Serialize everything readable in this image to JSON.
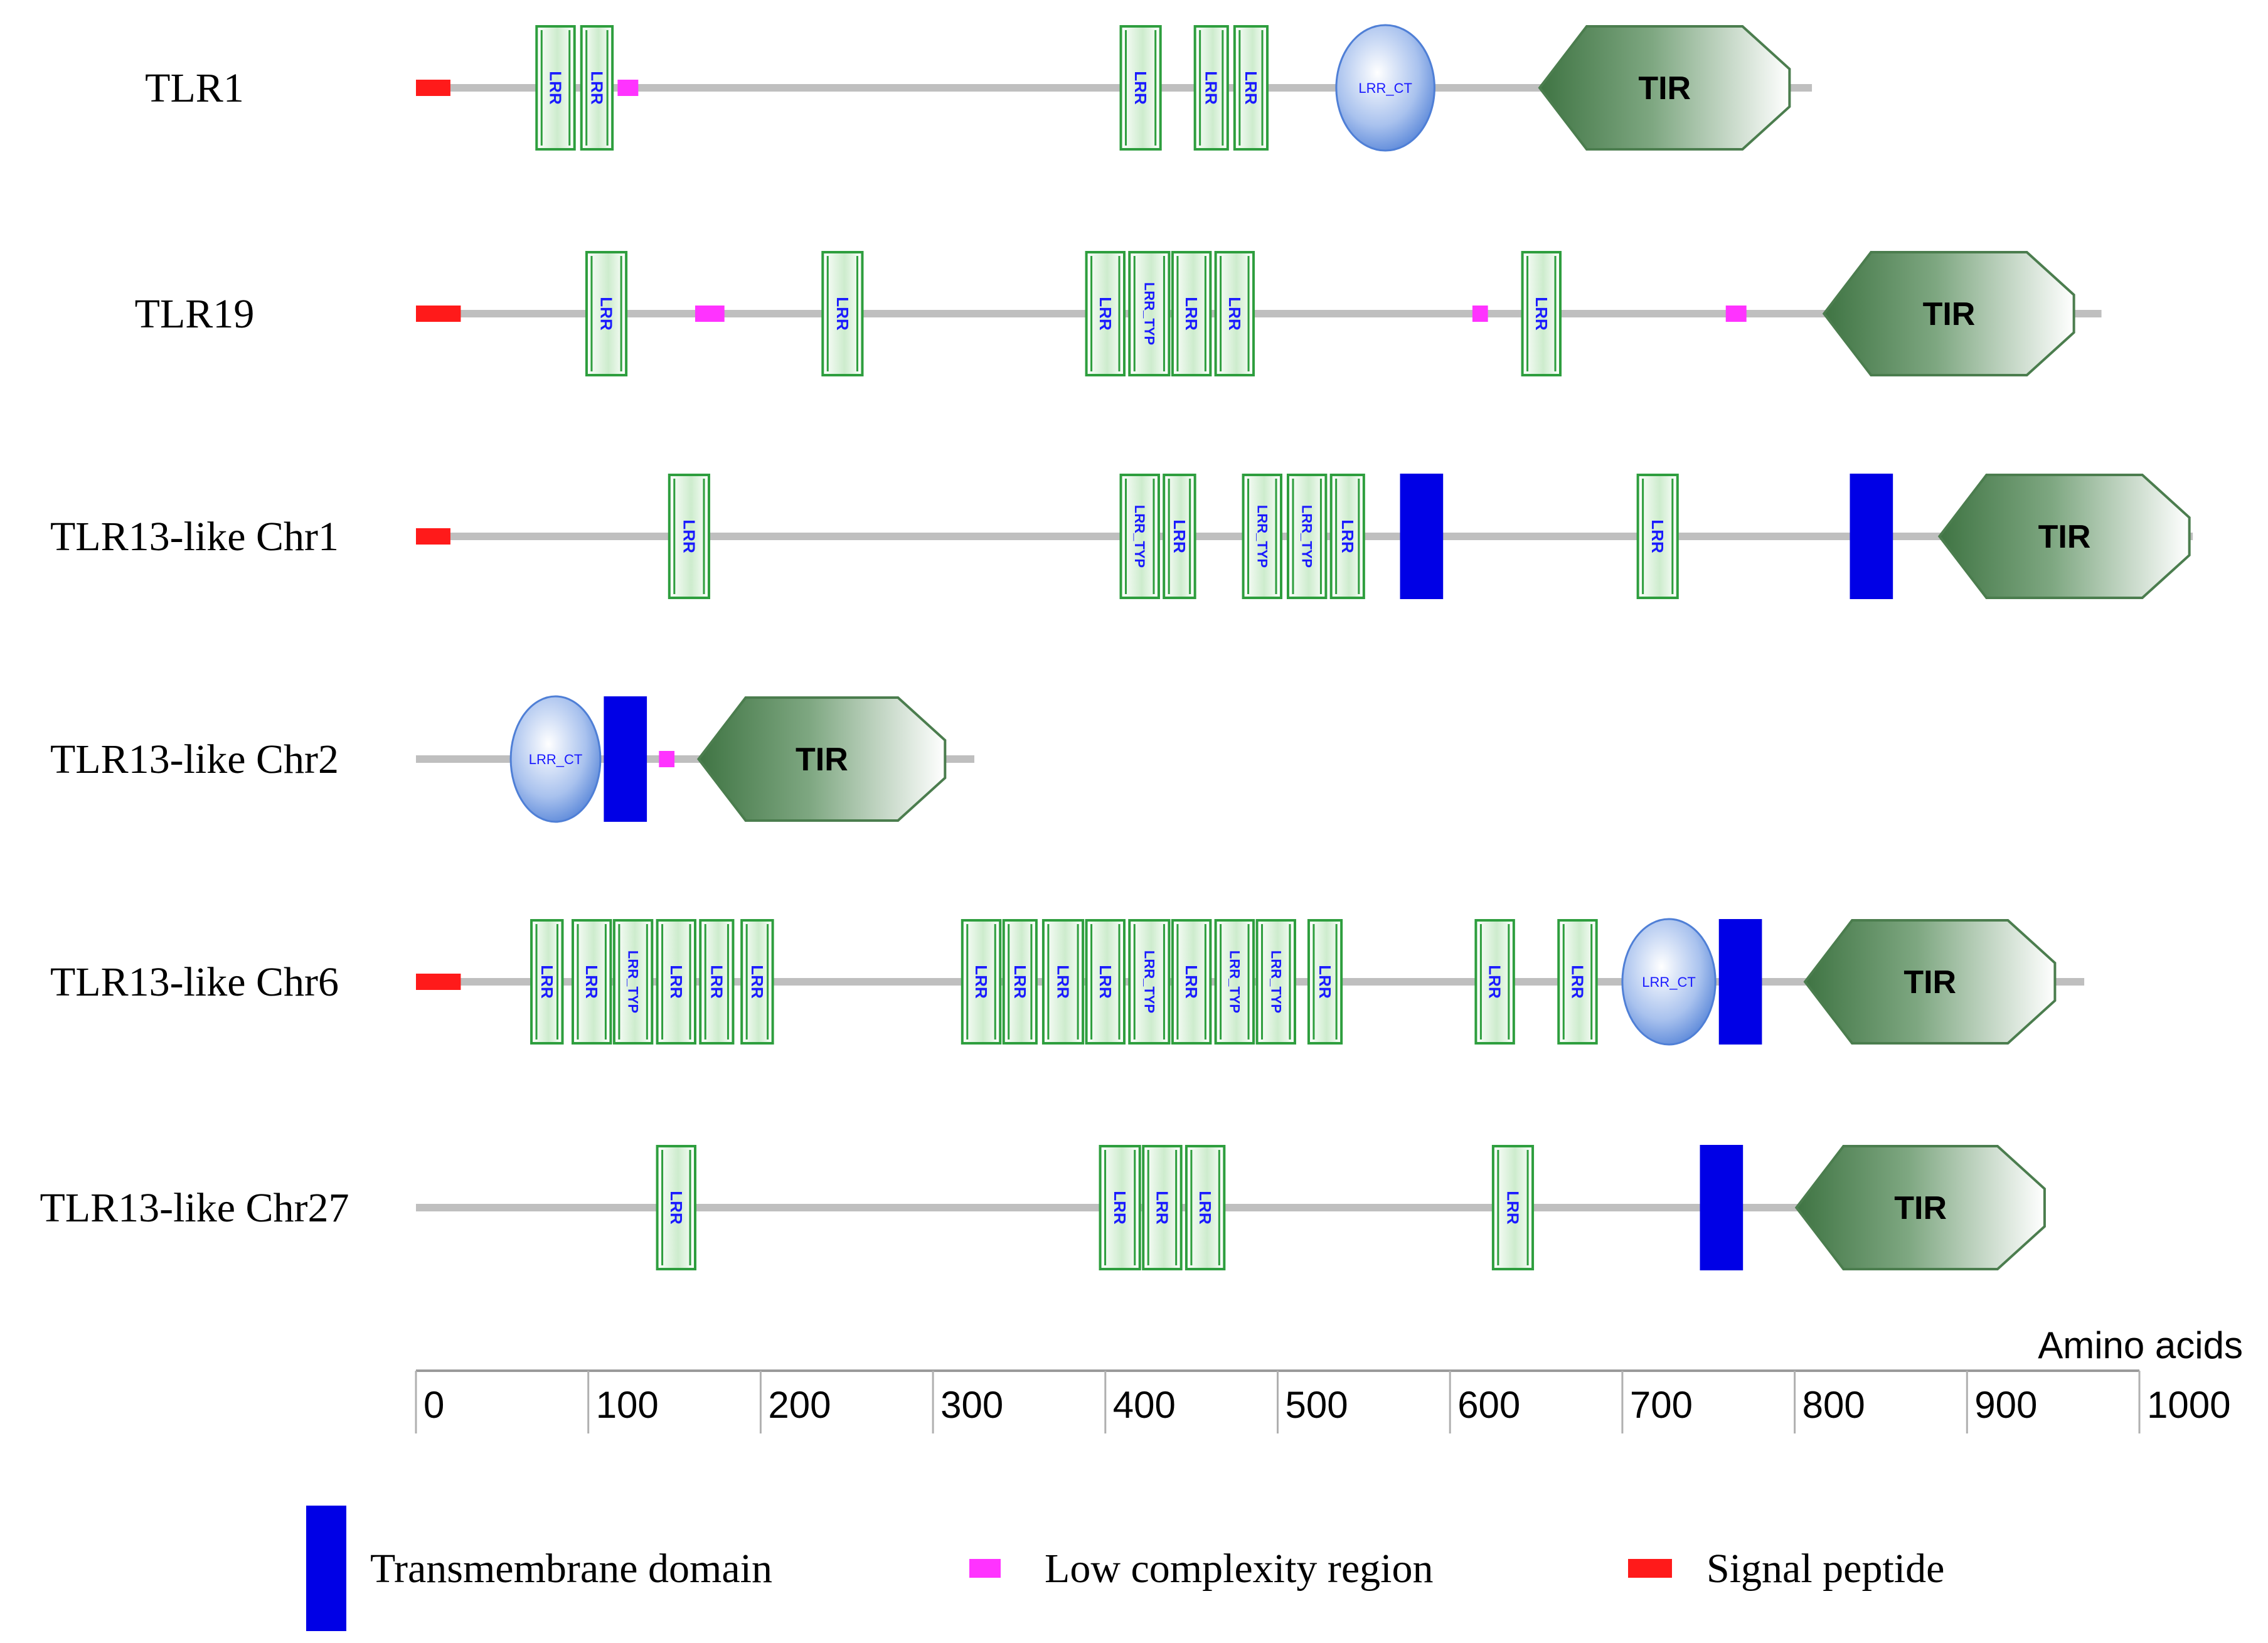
{
  "proteins": [
    {
      "name": "TLR1",
      "length": 810,
      "domains": [
        {
          "type": "signal",
          "start": 0,
          "end": 20
        },
        {
          "type": "lrr",
          "label": "LRR",
          "start": 70,
          "end": 92
        },
        {
          "type": "lrr",
          "label": "LRR",
          "start": 96,
          "end": 114
        },
        {
          "type": "lowc",
          "start": 117,
          "end": 129
        },
        {
          "type": "lrr",
          "label": "LRR",
          "start": 409,
          "end": 432
        },
        {
          "type": "lrr",
          "label": "LRR",
          "start": 452,
          "end": 471
        },
        {
          "type": "lrr",
          "label": "LRR",
          "start": 475,
          "end": 494
        },
        {
          "type": "lrrct",
          "label": "LRR_CT",
          "start": 534,
          "end": 591
        },
        {
          "type": "tir",
          "label": "TIR",
          "start": 652,
          "end": 797
        }
      ]
    },
    {
      "name": "TLR19",
      "length": 978,
      "domains": [
        {
          "type": "signal",
          "start": 0,
          "end": 26
        },
        {
          "type": "lrr",
          "label": "LRR",
          "start": 99,
          "end": 122
        },
        {
          "type": "lowc",
          "start": 162,
          "end": 179
        },
        {
          "type": "lrr",
          "label": "LRR",
          "start": 236,
          "end": 259
        },
        {
          "type": "lrr",
          "label": "LRR",
          "start": 389,
          "end": 411
        },
        {
          "type": "lrr",
          "label": "LRR_TYP",
          "start": 414,
          "end": 437
        },
        {
          "type": "lrr",
          "label": "LRR",
          "start": 439,
          "end": 461
        },
        {
          "type": "lrr",
          "label": "LRR",
          "start": 464,
          "end": 486
        },
        {
          "type": "lowc",
          "start": 613,
          "end": 622
        },
        {
          "type": "lrr",
          "label": "LRR",
          "start": 642,
          "end": 664
        },
        {
          "type": "lowc",
          "start": 760,
          "end": 772
        },
        {
          "type": "tir",
          "label": "TIR",
          "start": 817,
          "end": 962
        }
      ]
    },
    {
      "name": "TLR13-like Chr1",
      "length": 1031,
      "domains": [
        {
          "type": "signal",
          "start": 0,
          "end": 20
        },
        {
          "type": "lrr",
          "label": "LRR",
          "start": 147,
          "end": 170
        },
        {
          "type": "lrr",
          "label": "LRR_TYP",
          "start": 409,
          "end": 431
        },
        {
          "type": "lrr",
          "label": "LRR",
          "start": 434,
          "end": 452
        },
        {
          "type": "lrr",
          "label": "LRR_TYP",
          "start": 480,
          "end": 502
        },
        {
          "type": "lrr",
          "label": "LRR_TYP",
          "start": 506,
          "end": 528
        },
        {
          "type": "lrr",
          "label": "LRR",
          "start": 531,
          "end": 550
        },
        {
          "type": "tm",
          "start": 571,
          "end": 596
        },
        {
          "type": "lrr",
          "label": "LRR",
          "start": 709,
          "end": 732
        },
        {
          "type": "tm",
          "start": 832,
          "end": 857
        },
        {
          "type": "tir",
          "label": "TIR",
          "start": 884,
          "end": 1029
        }
      ]
    },
    {
      "name": "TLR13-like Chr2",
      "length": 324,
      "domains": [
        {
          "type": "lrrct",
          "label": "LRR_CT",
          "start": 55,
          "end": 107
        },
        {
          "type": "tm",
          "start": 109,
          "end": 134
        },
        {
          "type": "lowc",
          "start": 141,
          "end": 150
        },
        {
          "type": "tir",
          "label": "TIR",
          "start": 164,
          "end": 307
        }
      ]
    },
    {
      "name": "TLR13-like Chr6",
      "length": 968,
      "domains": [
        {
          "type": "signal",
          "start": 0,
          "end": 26
        },
        {
          "type": "lrr",
          "label": "LRR",
          "start": 67,
          "end": 85
        },
        {
          "type": "lrr",
          "label": "LRR",
          "start": 91,
          "end": 113
        },
        {
          "type": "lrr",
          "label": "LRR_TYP",
          "start": 115,
          "end": 137
        },
        {
          "type": "lrr",
          "label": "LRR",
          "start": 140,
          "end": 162
        },
        {
          "type": "lrr",
          "label": "LRR",
          "start": 165,
          "end": 184
        },
        {
          "type": "lrr",
          "label": "LRR",
          "start": 189,
          "end": 207
        },
        {
          "type": "lrr",
          "label": "LRR",
          "start": 317,
          "end": 339
        },
        {
          "type": "lrr",
          "label": "LRR",
          "start": 341,
          "end": 360
        },
        {
          "type": "lrr",
          "label": "LRR",
          "start": 364,
          "end": 387
        },
        {
          "type": "lrr",
          "label": "LRR",
          "start": 389,
          "end": 411
        },
        {
          "type": "lrr",
          "label": "LRR_TYP",
          "start": 414,
          "end": 437
        },
        {
          "type": "lrr",
          "label": "LRR",
          "start": 439,
          "end": 461
        },
        {
          "type": "lrr",
          "label": "LRR_TYP",
          "start": 464,
          "end": 486
        },
        {
          "type": "lrr",
          "label": "LRR_TYP",
          "start": 488,
          "end": 510
        },
        {
          "type": "lrr",
          "label": "LRR",
          "start": 518,
          "end": 537
        },
        {
          "type": "lrr",
          "label": "LRR",
          "start": 615,
          "end": 637
        },
        {
          "type": "lrr",
          "label": "LRR",
          "start": 663,
          "end": 685
        },
        {
          "type": "lrrct",
          "label": "LRR_CT",
          "start": 700,
          "end": 754
        },
        {
          "type": "tm",
          "start": 756,
          "end": 781
        },
        {
          "type": "tir",
          "label": "TIR",
          "start": 806,
          "end": 951
        }
      ]
    },
    {
      "name": "TLR13-like Chr27",
      "length": 945,
      "domains": [
        {
          "type": "lrr",
          "label": "LRR",
          "start": 140,
          "end": 162
        },
        {
          "type": "lrr",
          "label": "LRR",
          "start": 397,
          "end": 420
        },
        {
          "type": "lrr",
          "label": "LRR",
          "start": 422,
          "end": 444
        },
        {
          "type": "lrr",
          "label": "LRR",
          "start": 447,
          "end": 469
        },
        {
          "type": "lrr",
          "label": "LRR",
          "start": 625,
          "end": 648
        },
        {
          "type": "tm",
          "start": 745,
          "end": 770
        },
        {
          "type": "tir",
          "label": "TIR",
          "start": 801,
          "end": 945
        }
      ]
    }
  ],
  "axis": {
    "title": "Amino acids",
    "ticks": [
      0,
      100,
      200,
      300,
      400,
      500,
      600,
      700,
      800,
      900,
      1000
    ],
    "min": 0,
    "max": 1000
  },
  "legend": [
    {
      "type": "tm",
      "label": "Transmembrane domain"
    },
    {
      "type": "lowc",
      "label": "Low complexity region"
    },
    {
      "type": "signal",
      "label": "Signal peptide"
    }
  ],
  "colors": {
    "backbone": "#bfbfbf",
    "signal": "#ff1a1a",
    "low_complexity": "#ff33ff",
    "transmembrane": "#0000e6",
    "lrr_border": "#2e9e3e",
    "lrr_text": "#1a1aff",
    "tir_dark": "#4b7d4e",
    "lrrct": "#4f7fd6"
  }
}
